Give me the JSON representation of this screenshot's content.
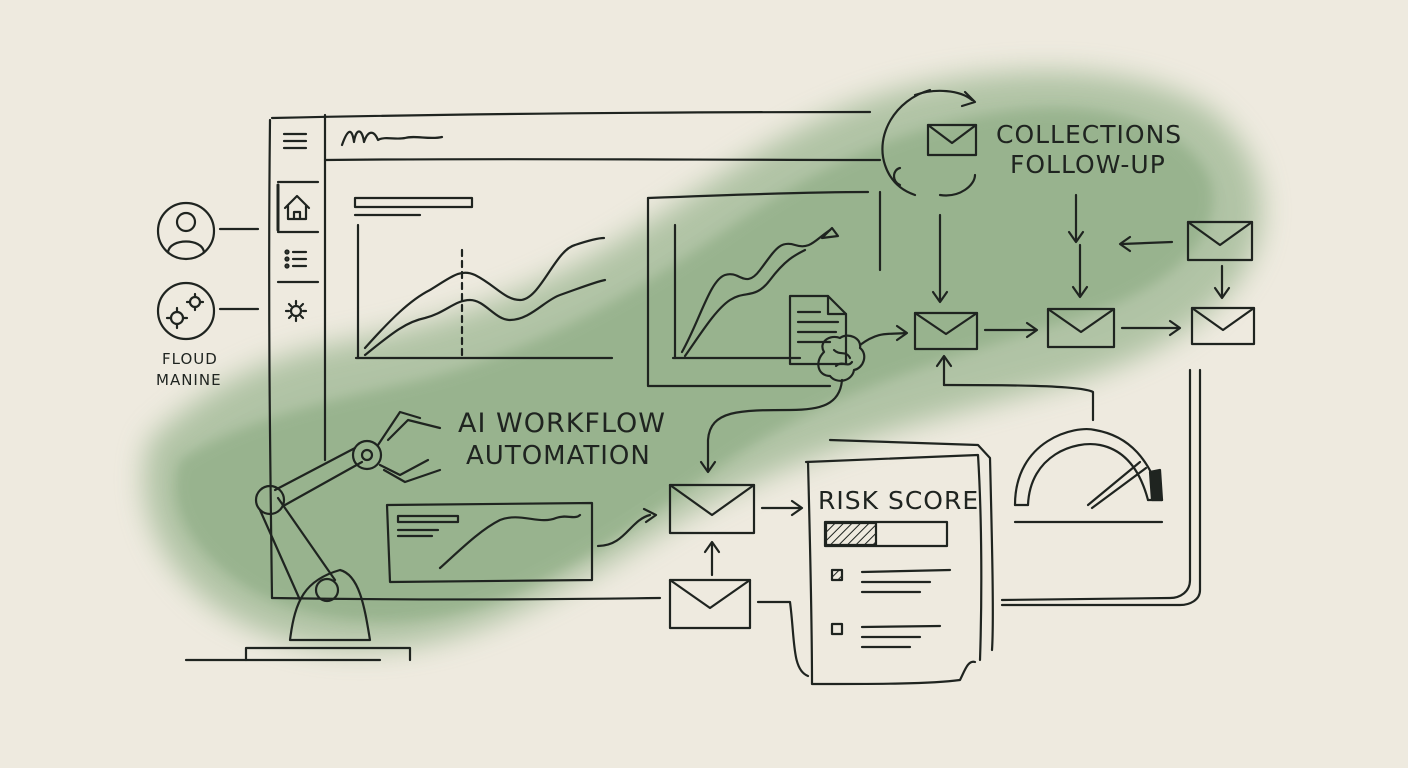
{
  "labels": {
    "collections": "COLLECTIONS",
    "follow_up": "FOLLOW-UP",
    "ai_workflow": "AI WORKFLOW",
    "automation": "AUTOMATION",
    "risk_score": "RISK SCORE",
    "floud": "FLOUD",
    "manine": "MANINE"
  },
  "colors": {
    "paper": "#eeeadf",
    "ink": "#1f2420",
    "wash": "#7fa476"
  },
  "icons": [
    "menu-icon",
    "home-icon",
    "list-icon",
    "gear-icon",
    "user-icon",
    "gears-icon",
    "envelope-icon",
    "robot-arm-icon",
    "gauge-icon",
    "document-icon",
    "ai-brain-icon"
  ]
}
